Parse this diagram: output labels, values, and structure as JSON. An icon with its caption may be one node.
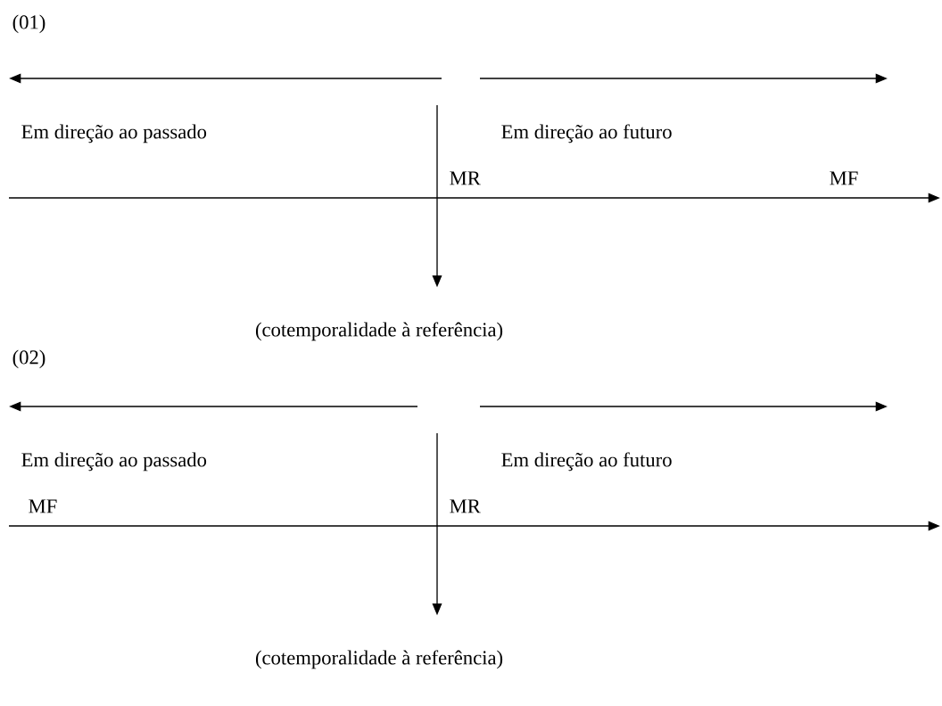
{
  "diagram": {
    "nodes": [
      {
        "text": [
          "(cotemporalidade à referência)"
        ]
      },
      {
        "text": [
          "(cotemporalidade à referência)"
        ]
      }
    ],
    "edges": [
      {
        "from": null,
        "to": 0,
        "arrow": "to"
      },
      {
        "from": null,
        "to": 1,
        "arrow": "to"
      }
    ],
    "labels": [
      "(01)",
      "Em direção ao passado",
      "Em direção ao futuro",
      "MR",
      "MF",
      "(02)",
      "Em direção ao passado",
      "Em direção ao futuro",
      "MF",
      "MR"
    ]
  }
}
